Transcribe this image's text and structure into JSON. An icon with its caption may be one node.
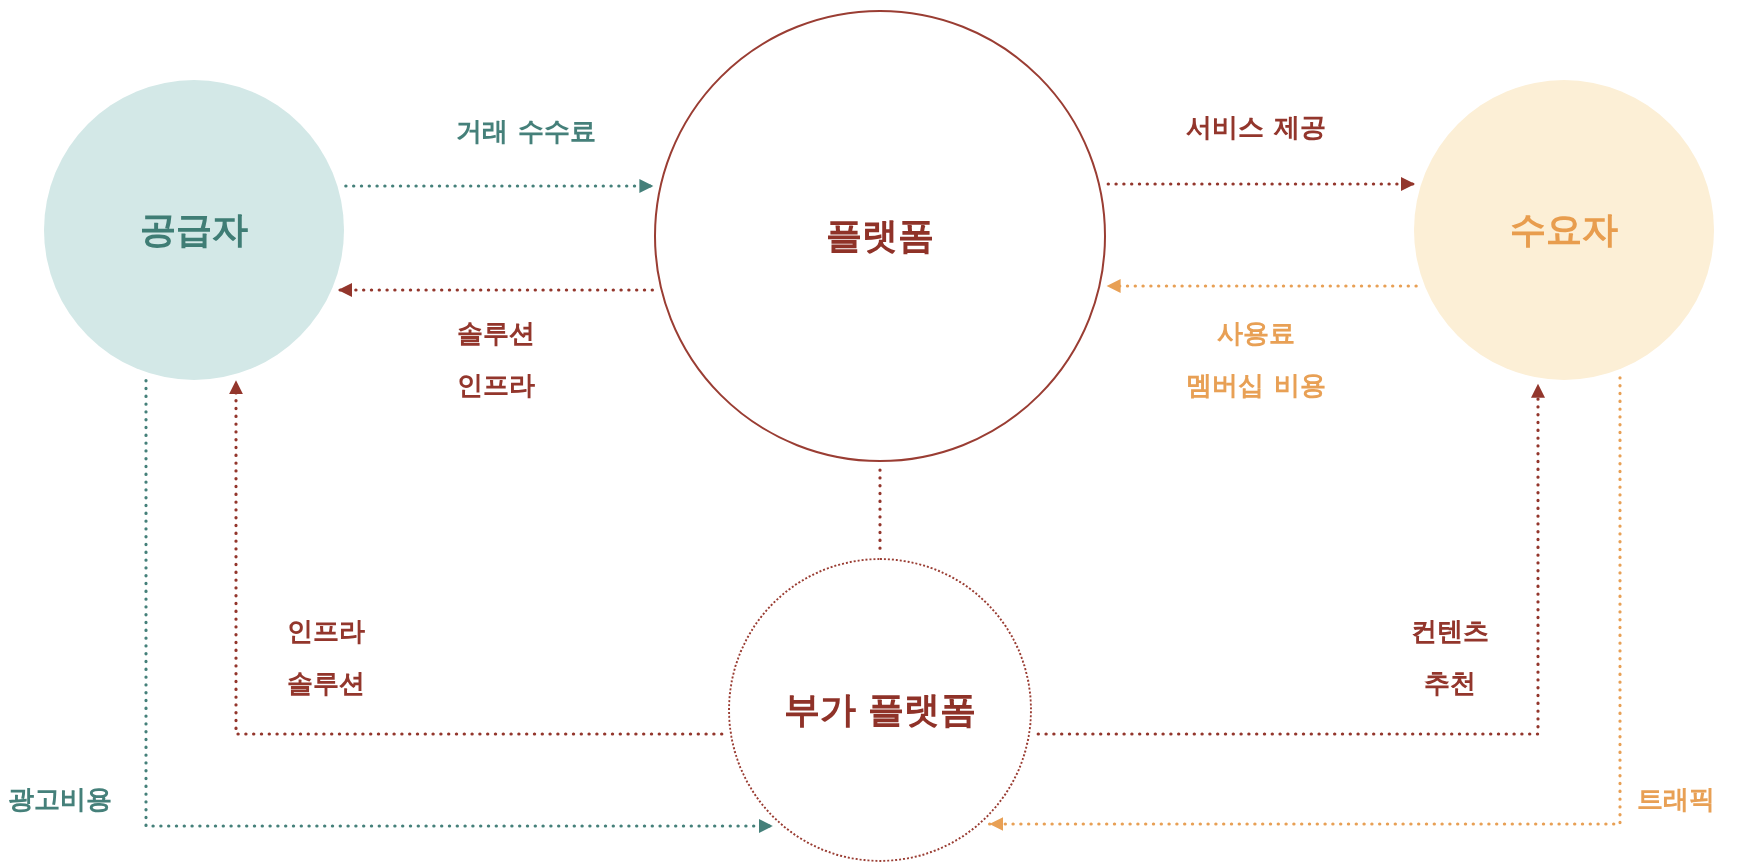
{
  "diagram": {
    "nodes": [
      {
        "text": [
          "공급자"
        ]
      },
      {
        "text": [
          "플랫폼"
        ]
      },
      {
        "text": [
          "수요자"
        ]
      },
      {
        "text": [
          "부가 플랫폼"
        ]
      }
    ],
    "edges": [
      {
        "from": 0,
        "to": 1,
        "arrow": "to",
        "label": "거래 수수료",
        "color": "#45807a"
      },
      {
        "from": 1,
        "to": 0,
        "arrow": "to",
        "label": "솔루션 인프라"
      },
      {
        "from": 1,
        "to": 2,
        "arrow": "to",
        "label": "서비스 제공"
      },
      {
        "from": 2,
        "to": 1,
        "arrow": "to",
        "label": "사용료 멤버십 비용",
        "color": "#e8a055"
      },
      {
        "from": 0,
        "to": 3,
        "arrow": "to",
        "label": "광고비용",
        "color": "#45807a"
      },
      {
        "from": 3,
        "to": 0,
        "arrow": "to",
        "label": "인프라 솔루션"
      },
      {
        "from": 3,
        "to": 2,
        "arrow": "to",
        "label": "컨텐츠 추천"
      },
      {
        "from": 2,
        "to": 3,
        "arrow": "to",
        "label": "트래픽",
        "color": "#e8a055"
      },
      {
        "from": 1,
        "to": 3,
        "arrow": "none"
      }
    ]
  }
}
